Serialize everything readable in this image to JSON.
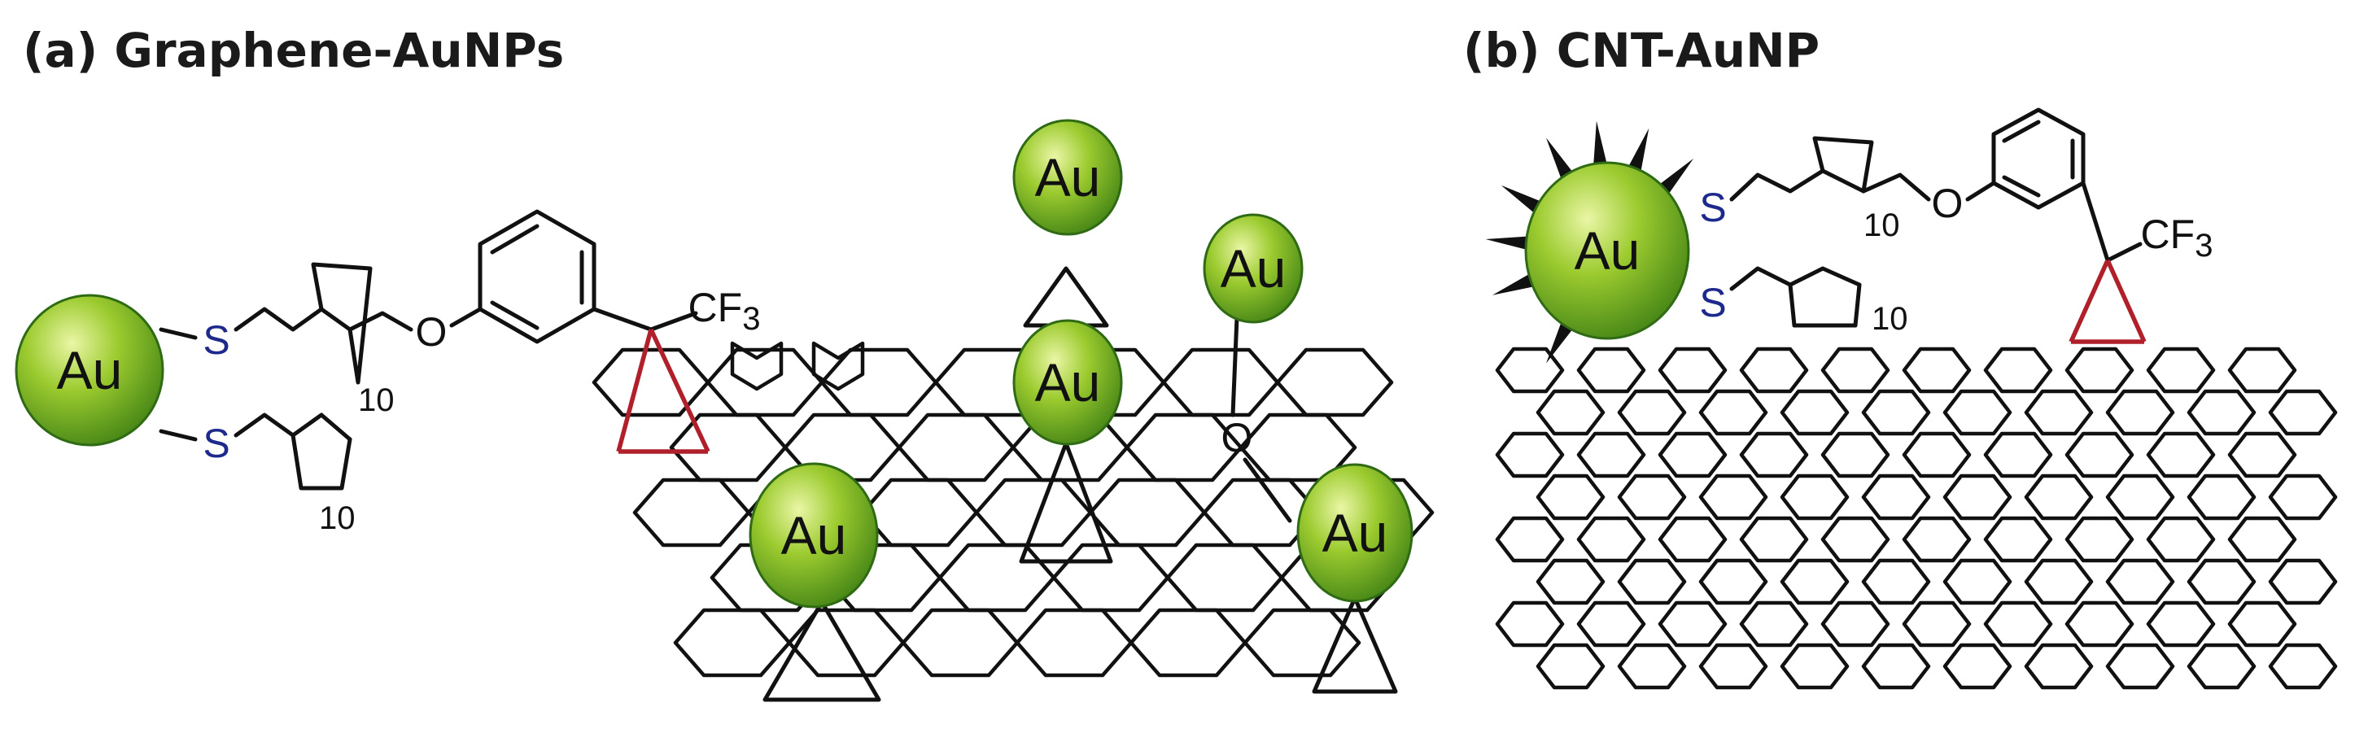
{
  "panels": {
    "a": {
      "title": "(a) Graphene-AuNPs"
    },
    "b": {
      "title": "(b) CNT-AuNP"
    }
  },
  "labels": {
    "gold": "Au",
    "sulfur": "S",
    "oxygen": "O",
    "cf3": "CF",
    "cf3_sub": "3",
    "chain_repeat": "10"
  },
  "colors": {
    "gold_light": "#eaf6a6",
    "gold_mid": "#9ccb2f",
    "gold_dark": "#4b8a18",
    "sulfur": "#1d2a8c",
    "diazirine_bond": "#b0202a",
    "bond": "#111111"
  }
}
